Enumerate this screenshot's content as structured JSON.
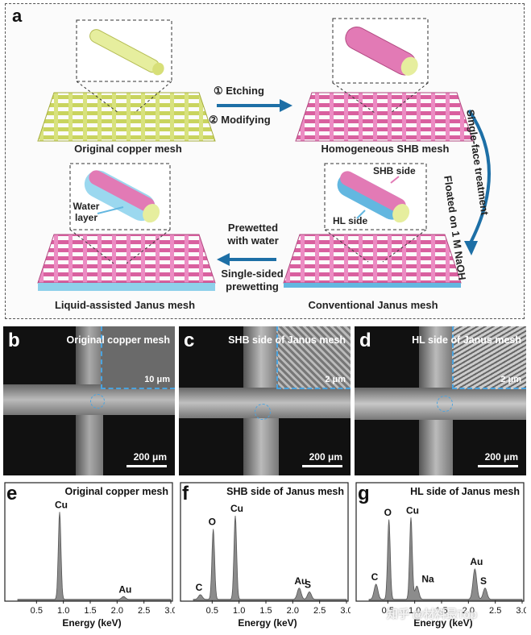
{
  "panel_a": {
    "label": "a",
    "captions": {
      "original": "Original copper mesh",
      "homogeneous": "Homogeneous SHB mesh",
      "liquid": "Liquid-assisted Janus mesh",
      "conventional": "Conventional Janus mesh"
    },
    "arrows": {
      "step1": "① Etching",
      "step2": "② Modifying",
      "float1": "Floated on 1 M NaOH",
      "float2": "Single-face treatment",
      "pre1": "Prewetted",
      "pre2": "with water",
      "single1": "Single-sided",
      "single2": "prewetting"
    },
    "annotations": {
      "shb_side": "SHB side",
      "hl_side": "HL side",
      "water1": "Water",
      "water2": "layer"
    }
  },
  "sem_panels": [
    {
      "label": "b",
      "title": "Original copper mesh",
      "inset_scale": "10 μm",
      "scale": "200 μm"
    },
    {
      "label": "c",
      "title": "SHB side of Janus mesh",
      "inset_scale": "2 μm",
      "scale": "200 μm"
    },
    {
      "label": "d",
      "title": "HL side of Janus mesh",
      "inset_scale": "2 μm",
      "scale": "200 μm"
    }
  ],
  "eds_panels": [
    {
      "label": "e",
      "title": "Original copper mesh",
      "xlabel": "Energy (keV)",
      "ticks": [
        "0.5",
        "1.0",
        "1.5",
        "2.0",
        "2.5",
        "3.0"
      ],
      "peaks": [
        {
          "name": "Cu",
          "x": 0.93,
          "h": 0.92
        },
        {
          "name": "Au",
          "x": 2.12,
          "h": 0.03
        }
      ]
    },
    {
      "label": "f",
      "title": "SHB side of Janus mesh",
      "xlabel": "Energy (keV)",
      "ticks": [
        "0.5",
        "1.0",
        "1.5",
        "2.0",
        "2.5",
        "3.0"
      ],
      "peaks": [
        {
          "name": "C",
          "x": 0.28,
          "h": 0.05
        },
        {
          "name": "O",
          "x": 0.52,
          "h": 0.74
        },
        {
          "name": "Cu",
          "x": 0.93,
          "h": 0.88
        },
        {
          "name": "Au",
          "x": 2.12,
          "h": 0.12
        },
        {
          "name": "S",
          "x": 2.31,
          "h": 0.08
        }
      ]
    },
    {
      "label": "g",
      "title": "HL side of Janus mesh",
      "xlabel": "Energy (keV)",
      "ticks": [
        "0.5",
        "1.0",
        "1.5",
        "2.0",
        "2.5",
        "3.0"
      ],
      "peaks": [
        {
          "name": "C",
          "x": 0.28,
          "h": 0.16
        },
        {
          "name": "O",
          "x": 0.52,
          "h": 0.84
        },
        {
          "name": "Na",
          "x": 1.04,
          "h": 0.14
        },
        {
          "name": "Cu",
          "x": 0.93,
          "h": 0.86
        },
        {
          "name": "Au",
          "x": 2.12,
          "h": 0.32
        },
        {
          "name": "S",
          "x": 2.31,
          "h": 0.12
        }
      ]
    }
  ],
  "watermark": "知乎 @材料最Top",
  "colors": {
    "copper": "#d5e07a",
    "shb": "#e27ab5",
    "hl": "#63b7e0",
    "arrow": "#1d6fa6"
  }
}
